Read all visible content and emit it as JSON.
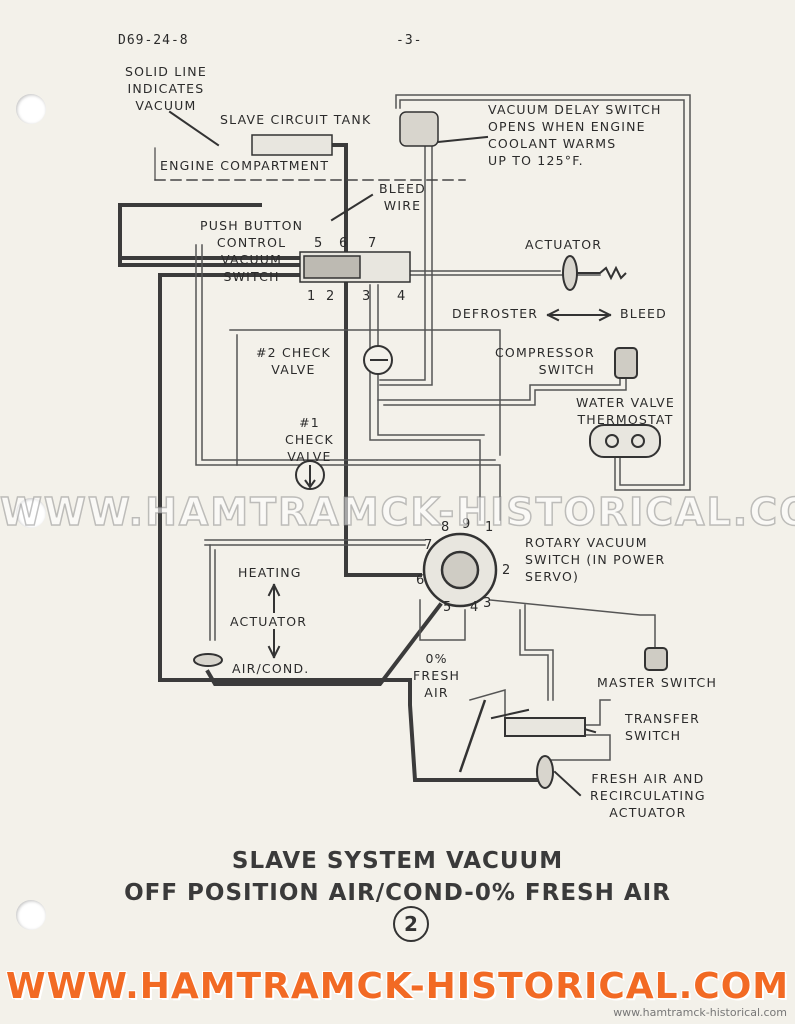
{
  "header": {
    "doc_id": "D69-24-8",
    "page": "-3-"
  },
  "labels": {
    "solid_line": "SOLID LINE\nINDICATES\nVACUUM",
    "slave_tank": "SLAVE CIRCUIT TANK",
    "engine_compartment": "ENGINE COMPARTMENT",
    "vacuum_delay": "VACUUM DELAY SWITCH\nOPENS WHEN ENGINE\nCOOLANT WARMS\nUP TO 125°F.",
    "bleed_wire": "BLEED\nWIRE",
    "pushbutton": "PUSH BUTTON\nCONTROL\nVACUUM\nSWITCH",
    "actuator_top": "ACTUATOR",
    "defroster": "DEFROSTER",
    "bleed": "BLEED",
    "check2": "#2 CHECK\nVALVE",
    "compressor": "COMPRESSOR\nSWITCH",
    "water_valve": "WATER VALVE\nTHERMOSTAT",
    "check1": "#1\nCHECK\nVALVE",
    "rotary": "ROTARY VACUUM\nSWITCH (IN POWER\nSERVO)",
    "heating": "HEATING",
    "actuator_mid": "ACTUATOR",
    "aircond": "AIR/COND.",
    "fresh0": "0%\nFRESH\nAIR",
    "master": "MASTER SWITCH",
    "transfer": "TRANSFER\nSWITCH",
    "fresh_recirc": "FRESH AIR AND\nRECIRCULATING\nACTUATOR"
  },
  "ports": {
    "pb_top": [
      "5",
      "6",
      "7"
    ],
    "pb_bottom": [
      "1",
      "2",
      "3",
      "4"
    ],
    "rotary": [
      "8",
      "9",
      "1",
      "7",
      "2",
      "6",
      "5",
      "4",
      "3"
    ]
  },
  "title": {
    "line1": "SLAVE SYSTEM VACUUM",
    "line2": "OFF POSITION AIR/COND-0% FRESH AIR",
    "figure": "2"
  },
  "watermark": {
    "text": "WWW.HAMTRAMCK-HISTORICAL.COM",
    "small": "www.hamtramck-historical.com"
  },
  "colors": {
    "paper": "#f3f1ea",
    "ink": "#3b3b3b",
    "watermark_orange": "#f26a24"
  }
}
